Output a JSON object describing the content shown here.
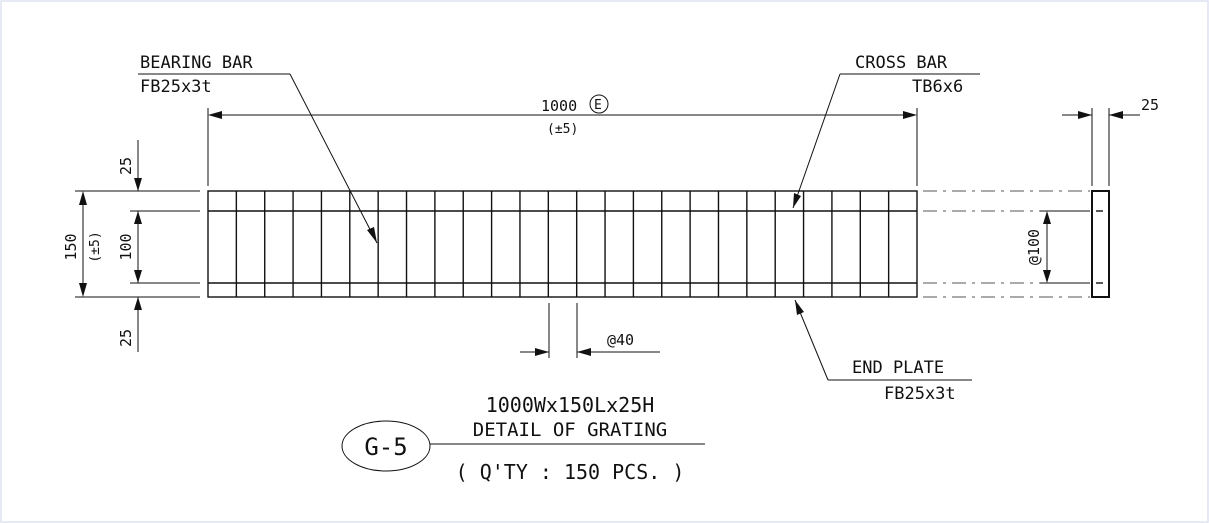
{
  "labels": {
    "bearing_bar_title": "BEARING BAR",
    "bearing_bar_spec": "FB25x3t",
    "cross_bar_title": "CROSS BAR",
    "cross_bar_spec": "TB6x6",
    "end_plate_title": "END PLATE",
    "end_plate_spec": "FB25x3t"
  },
  "dimensions": {
    "width": "1000",
    "width_mark": "E",
    "width_tol": "(±5)",
    "top_margin": "25",
    "bottom_margin": "25",
    "height": "150",
    "height_tol": "(±5)",
    "inner_height": "100",
    "pitch": "@40",
    "side_pitch": "@100",
    "side_thickness": "25"
  },
  "title_block": {
    "tag": "G-5",
    "size": "1000Wx150Lx25H",
    "title": "DETAIL OF GRATING",
    "qty": "( Q'TY : 150 PCS. )"
  },
  "colors": {
    "frame_border": "#dfe3f0",
    "ink": "#111111"
  }
}
